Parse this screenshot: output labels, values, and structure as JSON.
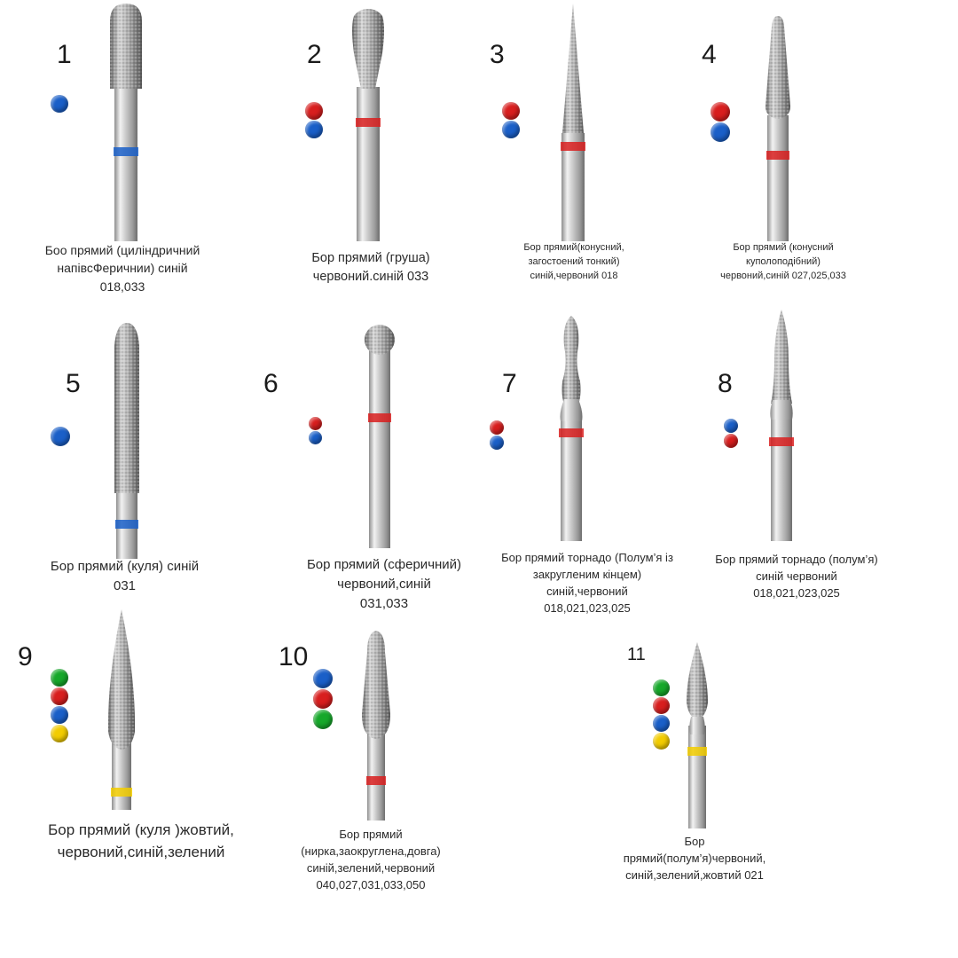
{
  "colors": {
    "red": "#d81e1e",
    "blue": "#1a5fc8",
    "green": "#16a82a",
    "yellow": "#f2cc00"
  },
  "items": [
    {
      "number": "1",
      "caption": "Боо прямий (циліндричний\nнапівсФеричнии) синій\n018,033",
      "dots": [
        "blue"
      ],
      "band": "blue",
      "head": "cylinder"
    },
    {
      "number": "2",
      "caption": "Бор прямий (груша)\nчервоний.синій 033",
      "dots": [
        "red",
        "blue"
      ],
      "band": "red",
      "head": "pear"
    },
    {
      "number": "3",
      "caption": "Бор прямий(конусний,\nзагостоений тонкий)\nсиній,червоний 018",
      "dots": [
        "red",
        "blue"
      ],
      "band": "red",
      "head": "needle"
    },
    {
      "number": "4",
      "caption": "Бор прямий (конусний\nкуполоподібний)\nчервоний,синій 027,025,033",
      "dots": [
        "red",
        "blue"
      ],
      "band": "red",
      "head": "cone"
    },
    {
      "number": "5",
      "caption": "Бор прямий (куля) синій\n031",
      "dots": [
        "blue"
      ],
      "band": "blue",
      "head": "cylinder"
    },
    {
      "number": "6",
      "caption": "Бор прямий (сферичний)\nчервоний,синій\n031,033",
      "dots": [
        "red",
        "blue"
      ],
      "band": "red",
      "head": "ball"
    },
    {
      "number": "7",
      "caption": "Бор прямий торнадо (Полум’я із\nзакругленим кінцем)\nсиній,червоний\n018,021,023,025",
      "dots": [
        "red",
        "blue"
      ],
      "band": "red",
      "head": "tornado"
    },
    {
      "number": "8",
      "caption": "Бор прямий торнадо (полум’я)\nсиній червоний\n018,021,023,025",
      "dots": [
        "blue",
        "red"
      ],
      "band": "red",
      "head": "tornado"
    },
    {
      "number": "9",
      "caption": "Бор прямий (куля )жовтий,\nчервоний,синій,зелений",
      "dots": [
        "green",
        "red",
        "blue",
        "yellow"
      ],
      "band": "yellow",
      "head": "flame"
    },
    {
      "number": "10",
      "caption": "Бор прямий\n(нирка,заокруглена,довга)\nсиній,зелений,червоний\n040,027,031,033,050",
      "dots": [
        "blue",
        "red",
        "green"
      ],
      "band": "red",
      "head": "kidney"
    },
    {
      "number": "11",
      "caption": "Бор\nпрямий(полум’я)червоний,\nсиній,зелений,жовтий 021",
      "dots": [
        "green",
        "red",
        "blue",
        "yellow"
      ],
      "band": "yellow",
      "head": "flame-small"
    }
  ]
}
